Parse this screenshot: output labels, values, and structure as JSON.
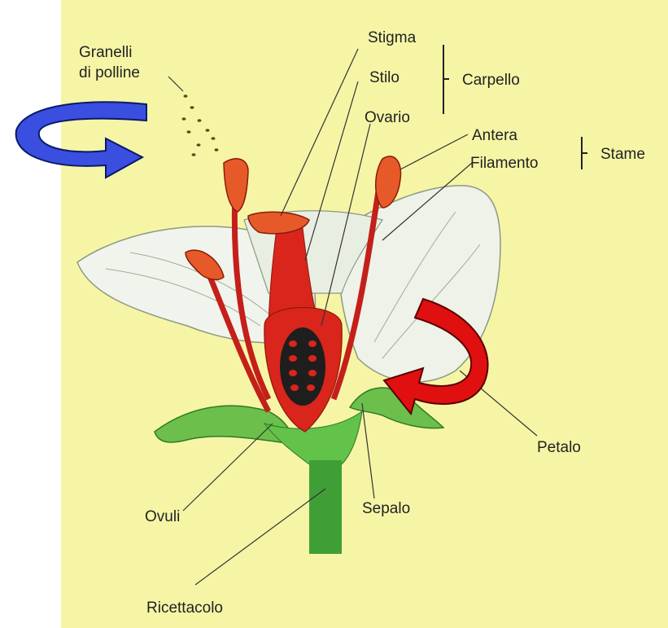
{
  "colors": {
    "background": "#f6f5a6",
    "organ_red": "#d9251b",
    "stem_green": "#4daa3c",
    "petal_white": "#f1f4ec",
    "arrow_blue": "#3a4ee0",
    "arrow_red": "#e01010"
  },
  "labels": {
    "pollen": [
      "Granelli",
      "di polline"
    ],
    "stigma": "Stigma",
    "stilo": "Stilo",
    "ovario": "Ovario",
    "carpello": "Carpello",
    "antera": "Antera",
    "filamento": "Filamento",
    "stame": "Stame",
    "petalo": "Petalo",
    "ovuli": "Ovuli",
    "sepalo": "Sepalo",
    "ricettacolo": "Ricettacolo"
  },
  "icons": [
    "curved-arrow-blue-icon",
    "curved-arrow-red-icon"
  ]
}
